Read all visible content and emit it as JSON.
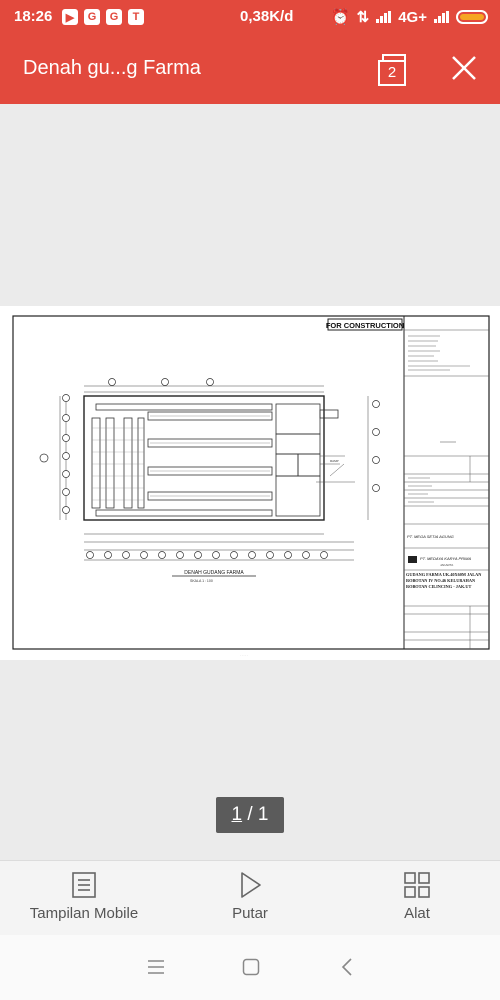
{
  "status_bar": {
    "time": "18:26",
    "notification_icons": [
      "youtube-icon",
      "google-icon",
      "google-icon",
      "tokopedia-icon"
    ],
    "speed": "0,38K/d",
    "network_type": "4G+",
    "battery_color": "#f6a623"
  },
  "app_bar": {
    "title": "Denah gu...g Farma",
    "tabs_count": "2",
    "background": "#e2493d"
  },
  "document": {
    "stamp": "FOR CONSTRUCTION",
    "plan_title": "DENAH GUDANG FARMA",
    "scale": "SKALA 1 : 100",
    "company": "PT. MEGA SETIA AGUNG",
    "contractor": "PT. MEDAYA KARYA PRIMA",
    "contractor_city": "JAKARTA",
    "project": "GUDANG FARMA UK.40X60M JALAN ROBOTAN IV NO.46 KELURAHAN ROBOTAN CILINCING - JAK.UT"
  },
  "pager": {
    "current": "1",
    "separator": "/",
    "total": "1"
  },
  "toolbar": {
    "mobile_view_label": "Tampilan Mobile",
    "play_label": "Putar",
    "tools_label": "Alat"
  }
}
